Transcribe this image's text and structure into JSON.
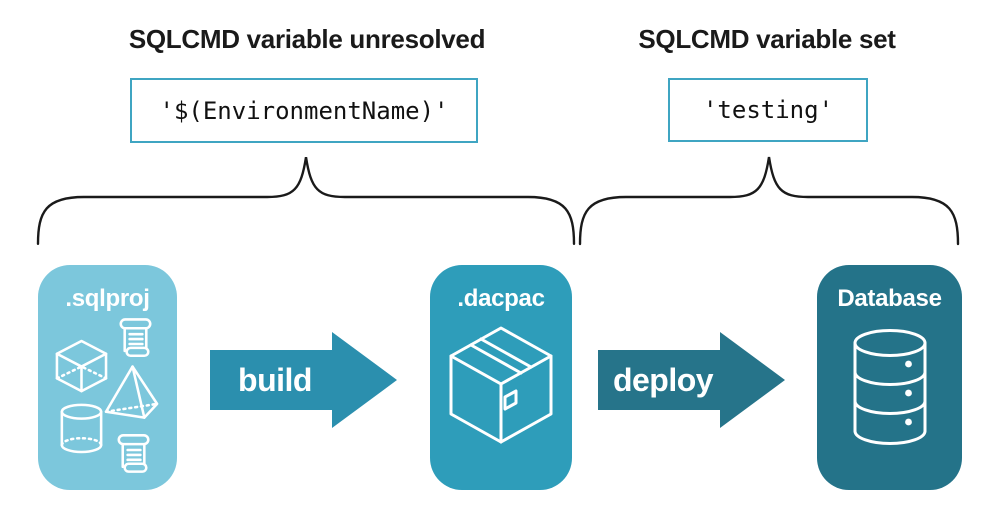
{
  "annotations": {
    "unresolved": {
      "heading": "SQLCMD variable unresolved",
      "code": "'$(EnvironmentName)'"
    },
    "set": {
      "heading": "SQLCMD variable set",
      "code": "'testing'"
    }
  },
  "pipeline": {
    "sqlproj": {
      "label": ".sqlproj",
      "icon": "sql-objects-icon"
    },
    "dacpac": {
      "label": ".dacpac",
      "icon": "package-box-icon"
    },
    "database": {
      "label": "Database",
      "icon": "database-cylinder-icon"
    },
    "build": {
      "label": "build"
    },
    "deploy": {
      "label": "deploy"
    }
  },
  "colors": {
    "background": "#ffffff",
    "text": "#1a1a1a",
    "brace": "#1a1a1a",
    "code_box_border": "#3fa5c2",
    "sqlproj_bg": "#7cc7dc",
    "dacpac_bg": "#2e9dba",
    "database_bg": "#247389",
    "build_arrow": "#2b8fae",
    "deploy_arrow": "#26748a",
    "icon_stroke": "#ffffff"
  }
}
